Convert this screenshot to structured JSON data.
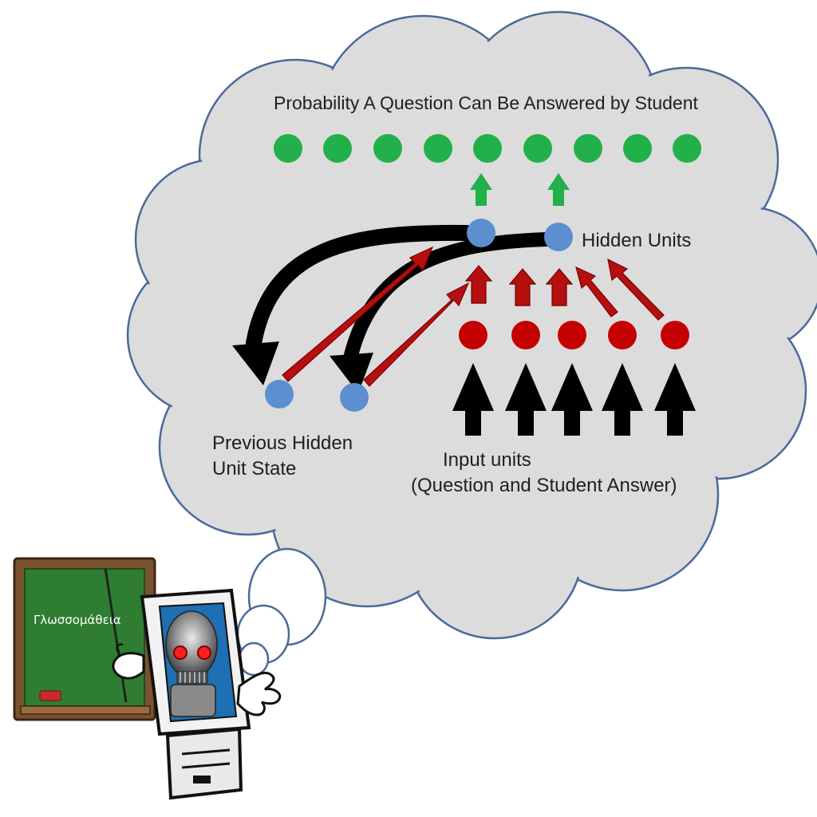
{
  "diagram": {
    "title": "Probability A Question Can Be Answered by Student",
    "hidden_units_label": "Hidden Units",
    "previous_hidden_label_line1": "Previous Hidden",
    "previous_hidden_label_line2": "Unit State",
    "input_label_line1": "Input units",
    "input_label_line2": "(Question and Student Answer)"
  },
  "mascot": {
    "chalkboard_text": "Γλωσσομάθεια"
  },
  "nodes": {
    "output_count": 9,
    "hidden_count": 2,
    "previous_hidden_count": 2,
    "input_count": 5
  },
  "colors": {
    "cloud_fill": "#dcdcdc",
    "cloud_stroke": "#4a6a9a",
    "output_node": "#22b04a",
    "hidden_node": "#5b8fd0",
    "input_node": "#c40000",
    "red_arrow": "#b50f0f",
    "black_arrow": "#000000",
    "chalkboard": "#2e7d32",
    "chalkboard_frame": "#7a5230"
  }
}
